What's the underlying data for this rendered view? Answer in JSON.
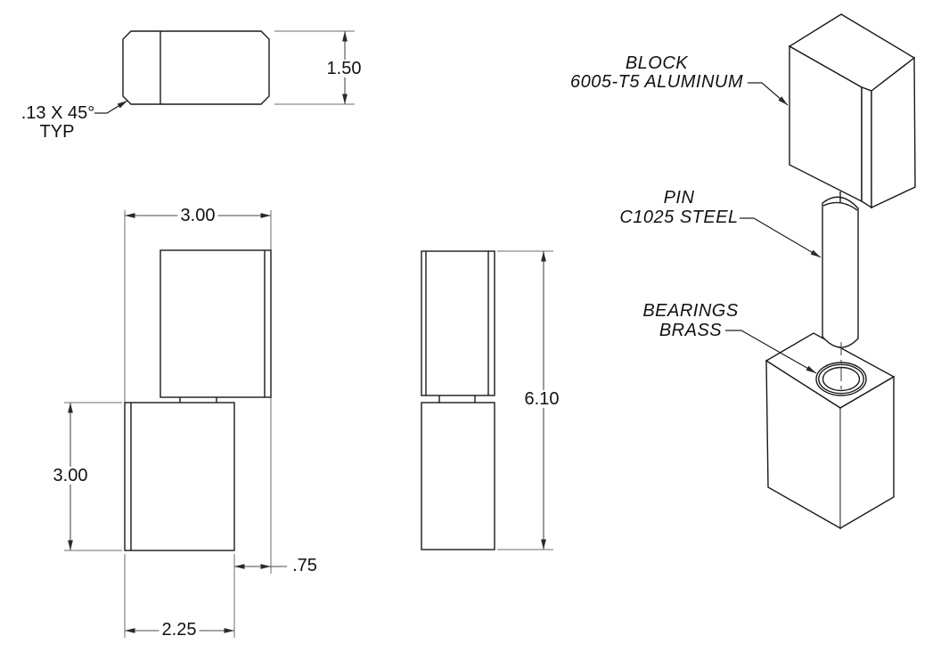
{
  "drawing": {
    "top_view": {
      "chamfer_callout_line1": ".13 X 45°",
      "chamfer_callout_line2": "TYP",
      "depth_dim": "1.50"
    },
    "front_view": {
      "overall_width_dim": "3.00",
      "leaf_height_dim": "3.00",
      "offset_dim": ".75",
      "leaf_width_dim": "2.25"
    },
    "side_view": {
      "overall_height_dim": "6.10"
    },
    "isometric_view": {
      "block_label_line1": "BLOCK",
      "block_label_line2": "6005-T5 ALUMINUM",
      "pin_label_line1": "PIN",
      "pin_label_line2": "C1025 STEEL",
      "bearings_label_line1": "BEARINGS",
      "bearings_label_line2": "BRASS"
    },
    "colors": {
      "geometry_line": "#1a1a1a",
      "dimension_line": "#4a4a4a",
      "text": "#111111",
      "background": "#ffffff"
    }
  }
}
